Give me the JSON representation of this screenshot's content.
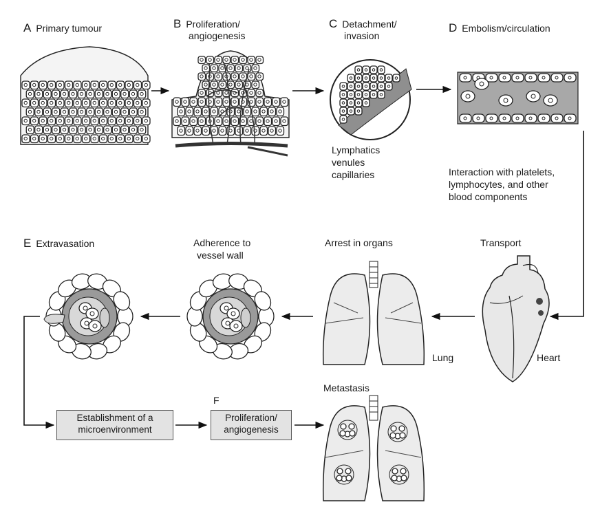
{
  "stages": {
    "a": {
      "letter": "A",
      "title": "Primary tumour"
    },
    "b": {
      "letter": "B",
      "title_line1": "Proliferation/",
      "title_line2": "angiogenesis"
    },
    "c": {
      "letter": "C",
      "title_line1": "Detachment/",
      "title_line2": "invasion",
      "vessels_line1": "Lymphatics",
      "vessels_line2": "venules",
      "vessels_line3": "capillaries"
    },
    "d": {
      "letter": "D",
      "title": "Embolism/circulation",
      "note_line1": "Interaction with platelets,",
      "note_line2": "lymphocytes, and other",
      "note_line3": "blood components"
    },
    "transport": {
      "title": "Transport",
      "heart_label": "Heart"
    },
    "arrest": {
      "title": "Arrest in organs",
      "lung_label": "Lung"
    },
    "adherence": {
      "title_line1": "Adherence to",
      "title_line2": "vessel wall"
    },
    "e": {
      "letter": "E",
      "title": "Extravasation"
    },
    "establishment": {
      "line1": "Establishment of a",
      "line2": "microenvironment"
    },
    "f": {
      "letter": "F",
      "line1": "Proliferation/",
      "line2": "angiogenesis"
    },
    "metastasis": {
      "title": "Metastasis"
    }
  },
  "colors": {
    "line": "#111111",
    "box_fill": "#e3e3e3",
    "vessel_grey": "#9a9a9a",
    "lung_fill": "#ececec"
  }
}
